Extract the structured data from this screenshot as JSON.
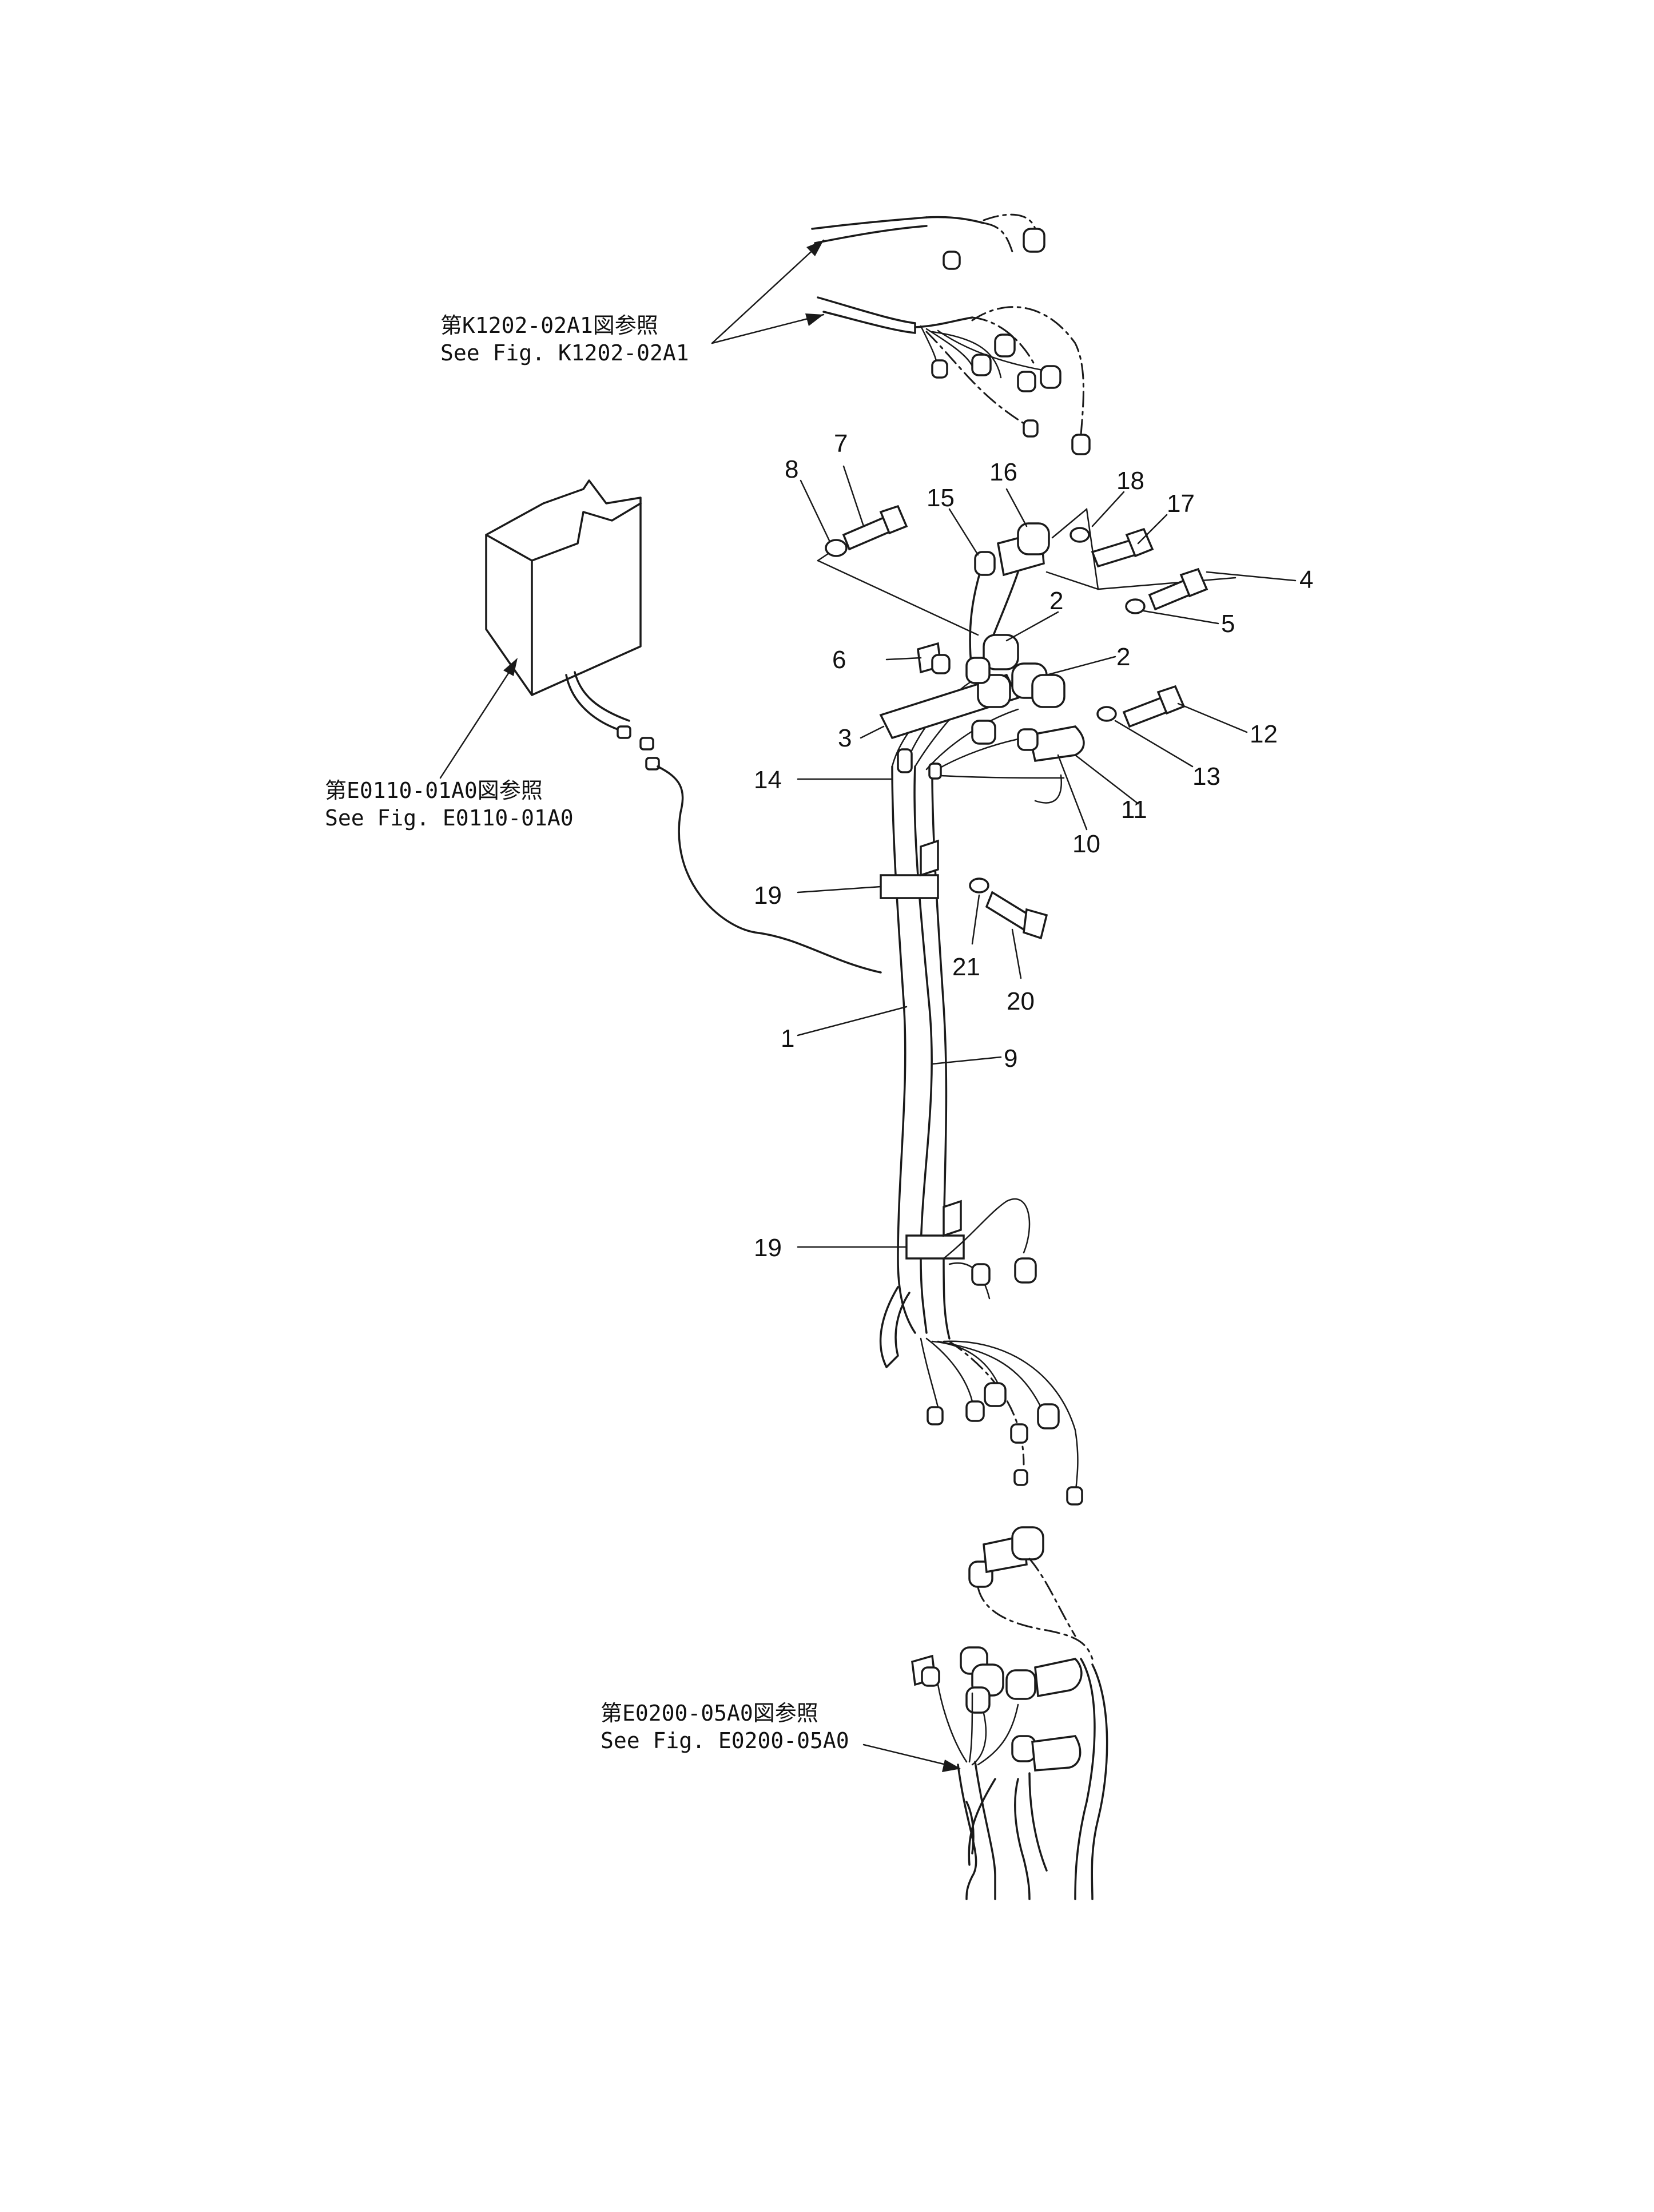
{
  "references": {
    "k1202": {
      "jp": "第K1202-02A1図参照",
      "en": "See  Fig. K1202-02A1"
    },
    "e0110": {
      "jp": "第E0110-01A0図参照",
      "en": "See  Fig. E0110-01A0"
    },
    "e0200": {
      "jp": "第E0200-05A0図参照",
      "en": "See  Fig. E0200-05A0"
    }
  },
  "parts": {
    "p1": "1",
    "p2a": "2",
    "p2b": "2",
    "p3": "3",
    "p4": "4",
    "p5": "5",
    "p6": "6",
    "p7": "7",
    "p8": "8",
    "p9": "9",
    "p10": "10",
    "p11": "11",
    "p12": "12",
    "p13": "13",
    "p14": "14",
    "p15": "15",
    "p16": "16",
    "p17": "17",
    "p18": "18",
    "p19a": "19",
    "p19b": "19",
    "p20": "20",
    "p21": "21"
  },
  "colors": {
    "ink": "#1a1a1a",
    "paper": "#ffffff"
  }
}
